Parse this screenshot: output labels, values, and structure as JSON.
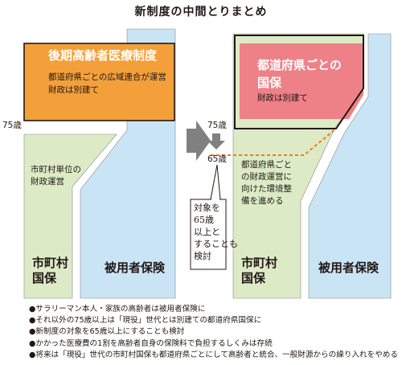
{
  "title": "新制度の中間とりまとめ",
  "colors": {
    "orange": "#f4a03a",
    "pink": "#ee8187",
    "green": "#dcebc6",
    "blue": "#c9e4f5",
    "arrow_gray": "#808080",
    "dashed_orange": "#ef7d1a"
  },
  "left": {
    "elderly_box": {
      "title": "後期高齢者医療制度",
      "sub1": "都道府県ごとの広域連合が運営",
      "sub2": "財政は別建て"
    },
    "age_75": "75歳",
    "green_text": [
      "市町村単位の",
      "財政運営"
    ],
    "kokuho": [
      "市町村",
      "国保"
    ],
    "hiyosha": "被用者保険"
  },
  "middle": {
    "arrow_icon": "right-arrow",
    "age_75": "75歳",
    "down_arrow_icon": "down-arrow",
    "age_65": "65歳",
    "note": [
      "対象を",
      "65歳",
      "以上と",
      "することも",
      "検討"
    ]
  },
  "right": {
    "pref_box": {
      "title1": "都道府県ごとの",
      "title2": "国保",
      "sub": "財政は別建て"
    },
    "green_text": [
      "都道府県ごと",
      "の財政運営に",
      "向けた環境整",
      "備を進める"
    ],
    "kokuho": [
      "市町村",
      "国保"
    ],
    "hiyosha": "被用者保険"
  },
  "bullets": [
    "サラリーマン本人・家族の高齢者は被用者保険に",
    "それ以外の75歳以上は「現役」世代とは別建ての都道府県国保に",
    "新制度の対象を65歳以上にすることも検討",
    "かかった医療費の1割を高齢者自身の保険料で負担するしくみは存続",
    "将来は「現役」世代の市町村国保も都道府県ごとにして高齢者と統合、一般財源からの繰り入れをやめる"
  ]
}
